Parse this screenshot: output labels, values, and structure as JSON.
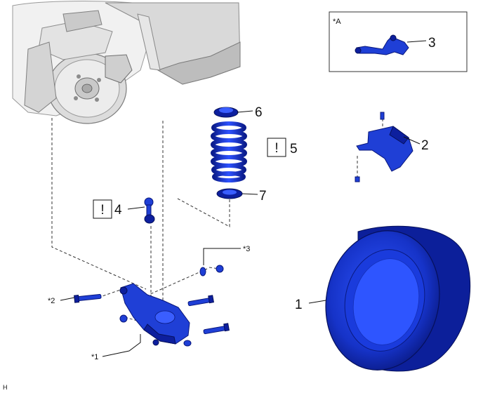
{
  "callouts": {
    "c1": "1",
    "c2": "2",
    "c3": "3",
    "c4": "4",
    "c5": "5",
    "c6": "6",
    "c7": "7",
    "star1": "*1",
    "star2": "*2",
    "star3": "*3",
    "starA": "*A",
    "caution": "!",
    "corner": "H"
  },
  "colors": {
    "part_blue": "#1f3fd6",
    "part_dark": "#0d1f9e",
    "line": "#111111"
  }
}
